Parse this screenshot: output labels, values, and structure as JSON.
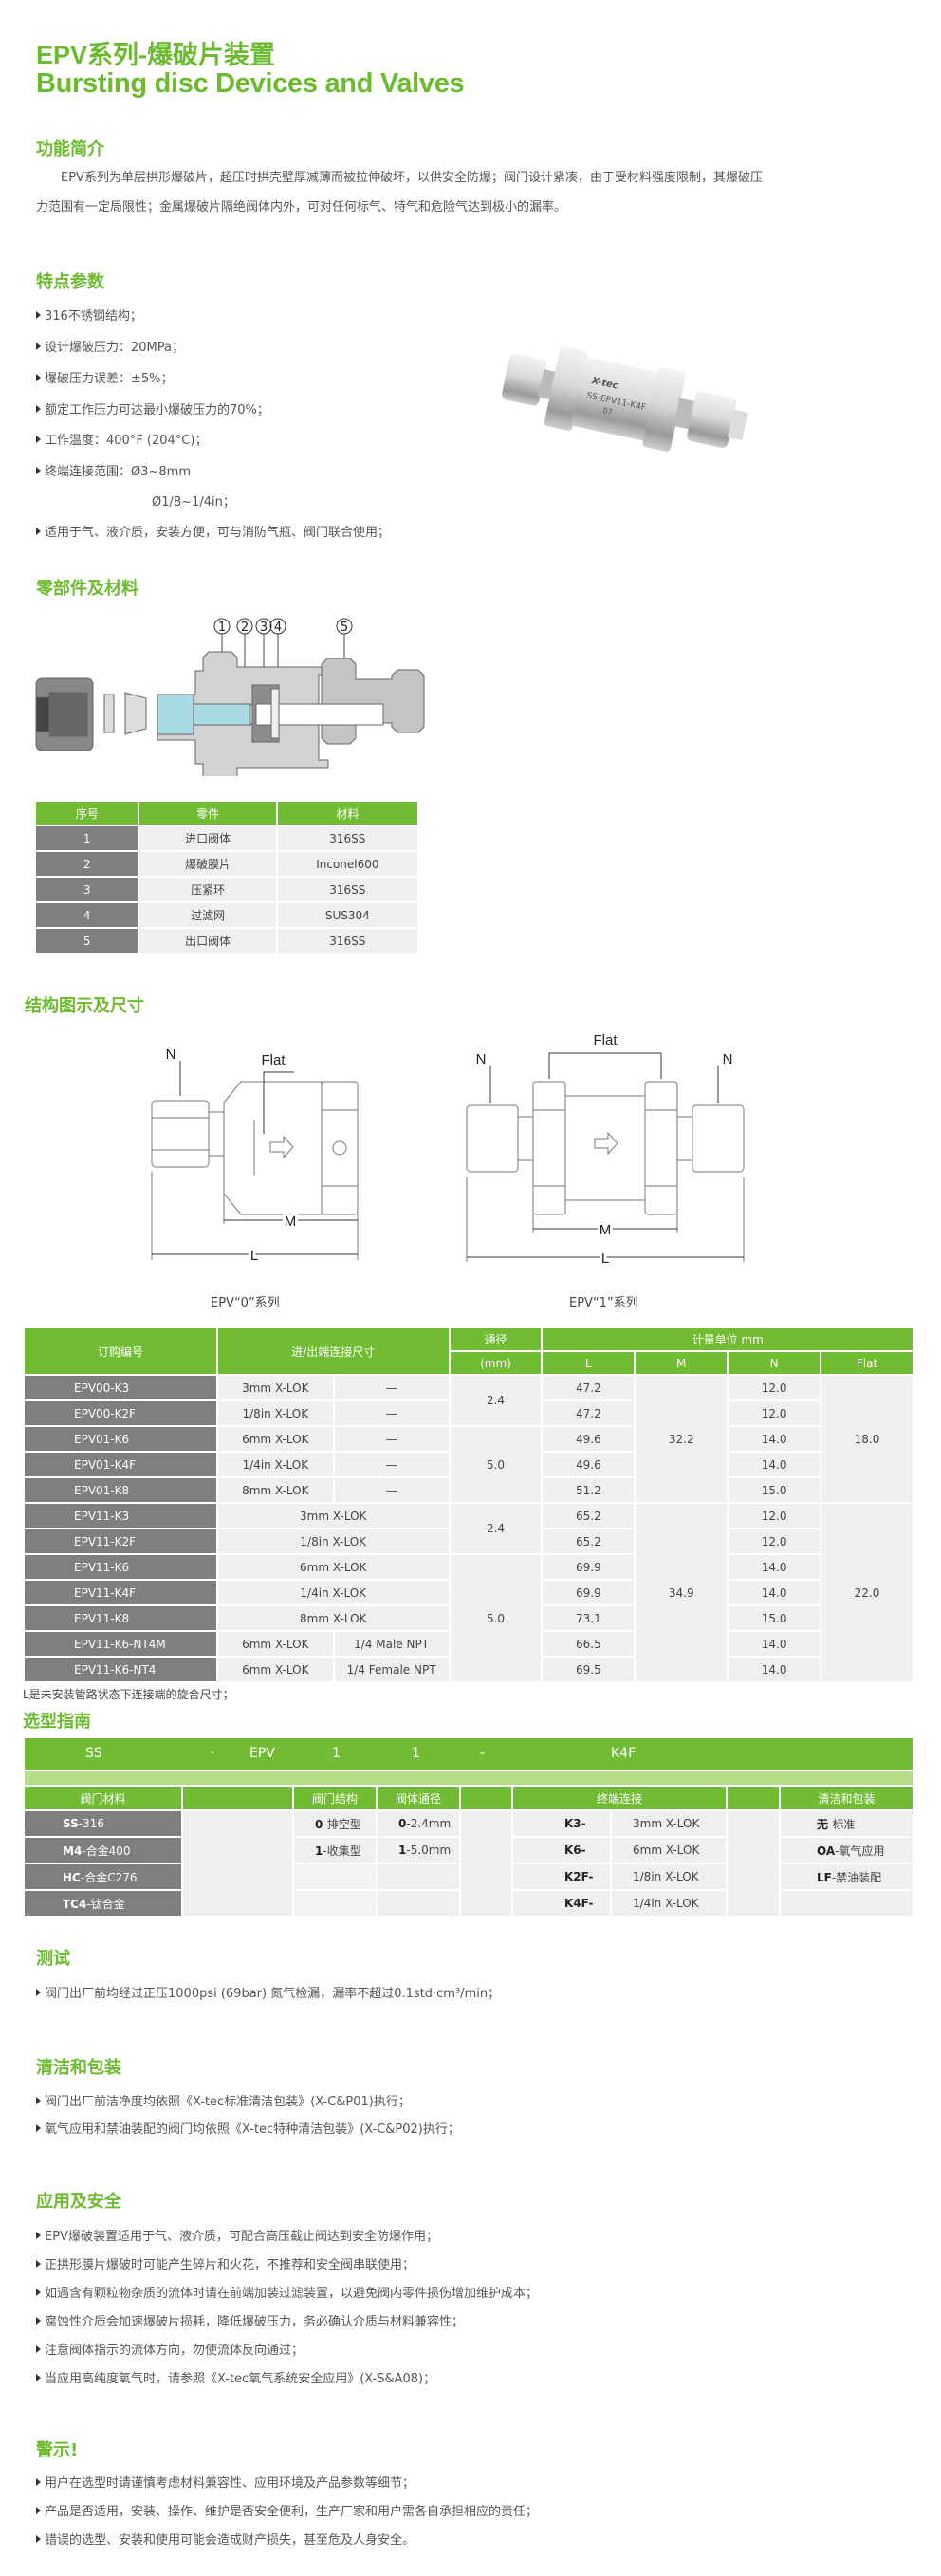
{
  "title_cn": "EPV系列-爆破片装置",
  "title_en": "Bursting disc Devices and Valves",
  "intro": {
    "heading": "功能简介",
    "line1": "EPV系列为单层拱形爆破片，超压时拱壳壁厚减薄而被拉伸破坏，以供安全防爆；阀门设计紧凑，由于受材料强度限制，其爆破压",
    "line2": "力范围有一定局限性；金属爆破片隔绝阀体内外，可对任何标气、特气和危险气达到极小的漏率。"
  },
  "features": {
    "heading": "特点参数",
    "items": [
      "316不锈钢结构；",
      "设计爆破压力：20MPa；",
      "爆破压力误差：±5%；",
      "额定工作压力可达最小爆破压力的70%；",
      "工作温度：400°F (204°C)；",
      "终端连接范围：Ø3~8mm",
      "Ø1/8~1/4in；",
      "适用于气、液介质，安装方便，可与消防气瓶、阀门联合使用；"
    ],
    "product_marking": {
      "brand": "X-tec",
      "model": "SS-EPV11-K4F",
      "lot": "07"
    }
  },
  "parts": {
    "heading": "零部件及材料",
    "callouts": [
      "1",
      "2",
      "3",
      "4",
      "5"
    ],
    "headers": [
      "序号",
      "零件",
      "材料"
    ],
    "rows": [
      [
        "1",
        "进口阀体",
        "316SS"
      ],
      [
        "2",
        "爆破膜片",
        "Inconel600"
      ],
      [
        "3",
        "压紧环",
        "316SS"
      ],
      [
        "4",
        "过滤网",
        "SUS304"
      ],
      [
        "5",
        "出口阀体",
        "316SS"
      ]
    ]
  },
  "dimensions": {
    "heading": "结构图示及尺寸",
    "labels": {
      "N": "N",
      "Flat": "Flat",
      "M": "M",
      "L": "L"
    },
    "captions": [
      "EPV“0”系列",
      "EPV“1”系列"
    ],
    "headers": {
      "code": "订购编号",
      "conn": "进/出端连接尺寸",
      "bore": "通径",
      "bore_unit": "(mm)",
      "unit": "计量单位 mm",
      "L": "L",
      "M": "M",
      "N": "N",
      "Flat": "Flat"
    },
    "rows": [
      {
        "code": "EPV00-K3",
        "in": "3mm X-LOK",
        "out": "—",
        "L": "47.2",
        "N": "12.0"
      },
      {
        "code": "EPV00-K2F",
        "in": "1/8in X-LOK",
        "out": "—",
        "L": "47.2",
        "N": "12.0"
      },
      {
        "code": "EPV01-K6",
        "in": "6mm X-LOK",
        "out": "—",
        "L": "49.6",
        "N": "14.0"
      },
      {
        "code": "EPV01-K4F",
        "in": "1/4in X-LOK",
        "out": "—",
        "L": "49.6",
        "N": "14.0"
      },
      {
        "code": "EPV01-K8",
        "in": "8mm X-LOK",
        "out": "—",
        "L": "51.2",
        "N": "15.0"
      },
      {
        "code": "EPV11-K3",
        "in": "3mm X-LOK",
        "out": null,
        "L": "65.2",
        "N": "12.0"
      },
      {
        "code": "EPV11-K2F",
        "in": "1/8in X-LOK",
        "out": null,
        "L": "65.2",
        "N": "12.0"
      },
      {
        "code": "EPV11-K6",
        "in": "6mm X-LOK",
        "out": null,
        "L": "69.9",
        "N": "14.0"
      },
      {
        "code": "EPV11-K4F",
        "in": "1/4in X-LOK",
        "out": null,
        "L": "69.9",
        "N": "14.0"
      },
      {
        "code": "EPV11-K8",
        "in": "8mm X-LOK",
        "out": null,
        "L": "73.1",
        "N": "15.0"
      },
      {
        "code": "EPV11-K6-NT4M",
        "in": "6mm X-LOK",
        "out": "1/4 Male NPT",
        "L": "66.5",
        "N": "14.0"
      },
      {
        "code": "EPV11-K6-NT4",
        "in": "6mm X-LOK",
        "out": "1/4 Female NPT",
        "L": "69.5",
        "N": "14.0"
      }
    ],
    "bore_groups": [
      {
        "value": "2.4",
        "span": 2
      },
      {
        "value": "5.0",
        "span": 3
      },
      {
        "value": "2.4",
        "span": 2
      },
      {
        "value": "5.0",
        "span": 5
      }
    ],
    "M_groups": [
      {
        "value": "32.2",
        "span": 5
      },
      {
        "value": "34.9",
        "span": 7
      }
    ],
    "Flat_groups": [
      {
        "value": "18.0",
        "span": 5
      },
      {
        "value": "22.0",
        "span": 7
      }
    ],
    "note": "L是未安装管路状态下连接端的旋合尺寸；"
  },
  "selection": {
    "heading": "选型指南",
    "code": [
      "SS",
      "·",
      "EPV",
      "1",
      "1",
      "-",
      "K4F"
    ],
    "headers": [
      "阀门材料",
      "阀门结构",
      "阀体通径",
      "终端连接",
      "清洁和包装"
    ],
    "material": [
      {
        "k": "SS",
        "v": "-316"
      },
      {
        "k": "M4",
        "v": "-合金400"
      },
      {
        "k": "HC",
        "v": "-合金C276"
      },
      {
        "k": "TC4",
        "v": "-钛合金"
      }
    ],
    "structure": [
      {
        "k": "0",
        "v": "-排空型"
      },
      {
        "k": "1",
        "v": "-收集型"
      }
    ],
    "bore": [
      {
        "k": "0",
        "v": "-2.4mm"
      },
      {
        "k": "1",
        "v": "-5.0mm"
      }
    ],
    "ends": [
      {
        "k": "K3-",
        "v": "3mm X-LOK"
      },
      {
        "k": "K6-",
        "v": "6mm X-LOK"
      },
      {
        "k": "K2F-",
        "v": "1/8in X-LOK"
      },
      {
        "k": "K4F-",
        "v": "1/4in X-LOK"
      }
    ],
    "cleaning": [
      {
        "k": "无",
        "v": "-标准"
      },
      {
        "k": "OA",
        "v": "-氧气应用"
      },
      {
        "k": "LF",
        "v": "-禁油装配"
      }
    ]
  },
  "testing": {
    "heading": "测试",
    "items": [
      "阀门出厂前均经过正压1000psi (69bar) 氮气检漏，漏率不超过0.1std·cm³/min；"
    ]
  },
  "cleaning": {
    "heading": "清洁和包装",
    "items": [
      "阀门出厂前洁净度均依照《X-tec标准清洁包装》(X-C&P01)执行；",
      "氧气应用和禁油装配的阀门均依照《X-tec特种清洁包装》(X-C&P02)执行；"
    ]
  },
  "safety": {
    "heading": "应用及安全",
    "items": [
      "EPV爆破装置适用于气、液介质，可配合高压截止阀达到安全防爆作用；",
      "正拱形膜片爆破时可能产生碎片和火花，不推荐和安全阀串联使用；",
      "如遇含有颗粒物杂质的流体时请在前端加装过滤装置，以避免阀内零件损伤增加维护成本；",
      "腐蚀性介质会加速爆破片损耗，降低爆破压力，务必确认介质与材料兼容性；",
      "注意阀体指示的流体方向，勿使流体反向通过；",
      "当应用高纯度氧气时，请参照《X-tec氧气系统安全应用》(X-S&A08)；"
    ]
  },
  "warning": {
    "heading": "警示!",
    "items": [
      "用户在选型时请谨慎考虑材料兼容性、应用环境及产品参数等细节；",
      "产品是否适用，安装、操作、维护是否安全便利，生产厂家和用户需各自承担相应的责任；",
      "错误的选型、安装和使用可能会造成财产损失，甚至危及人身安全。"
    ]
  },
  "colors": {
    "brand_green": "#72bc33",
    "light_green": "#b6dd87",
    "gray_cell": "#7f7f7f",
    "light_cell": "#efefef"
  }
}
